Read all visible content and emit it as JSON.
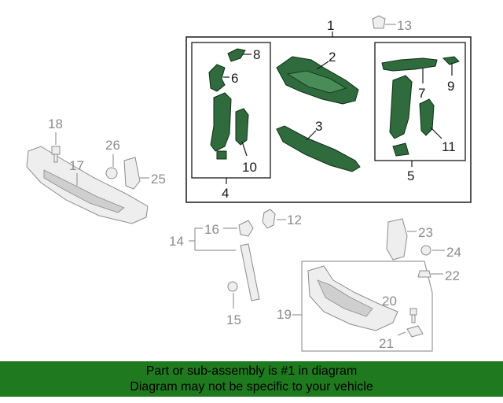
{
  "callouts": {
    "c1": "1",
    "c2": "2",
    "c3": "3",
    "c4": "4",
    "c5": "5",
    "c6": "6",
    "c7": "7",
    "c8": "8",
    "c9": "9",
    "c10": "10",
    "c11": "11",
    "c12": "12",
    "c13": "13",
    "c14": "14",
    "c15": "15",
    "c16": "16",
    "c17": "17",
    "c18": "18",
    "c19": "19",
    "c20": "20",
    "c21": "21",
    "c22": "22",
    "c23": "23",
    "c24": "24",
    "c25": "25",
    "c26": "26"
  },
  "footer": {
    "line1": "Part or sub-assembly is #1 in diagram",
    "line2": "Diagram may not be specific to your vehicle"
  },
  "colors": {
    "highlight_part": "#2f6b3d",
    "other_part": "#eeeeee",
    "footer_bg": "#1f7a1f"
  }
}
